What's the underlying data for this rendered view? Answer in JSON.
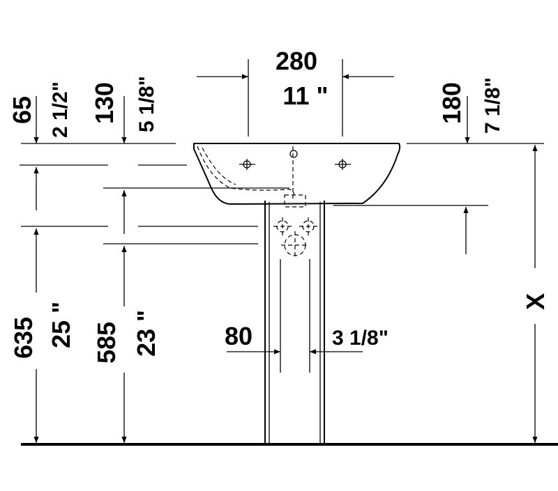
{
  "dimensions": {
    "width_mm": "280",
    "width_in": "11 \"",
    "depth65_mm": "65",
    "depth65_in": "2 1/2\"",
    "depth130_mm": "130",
    "depth130_in": "5 1/8\"",
    "depth180_mm": "180",
    "depth180_in": "7 1/8\"",
    "height635_mm": "635",
    "height635_in": "25 \"",
    "height585_mm": "585",
    "height585_in": "23 \"",
    "pedestal_mm": "80",
    "pedestal_in": "3 1/8\"",
    "variable_height": "X"
  }
}
